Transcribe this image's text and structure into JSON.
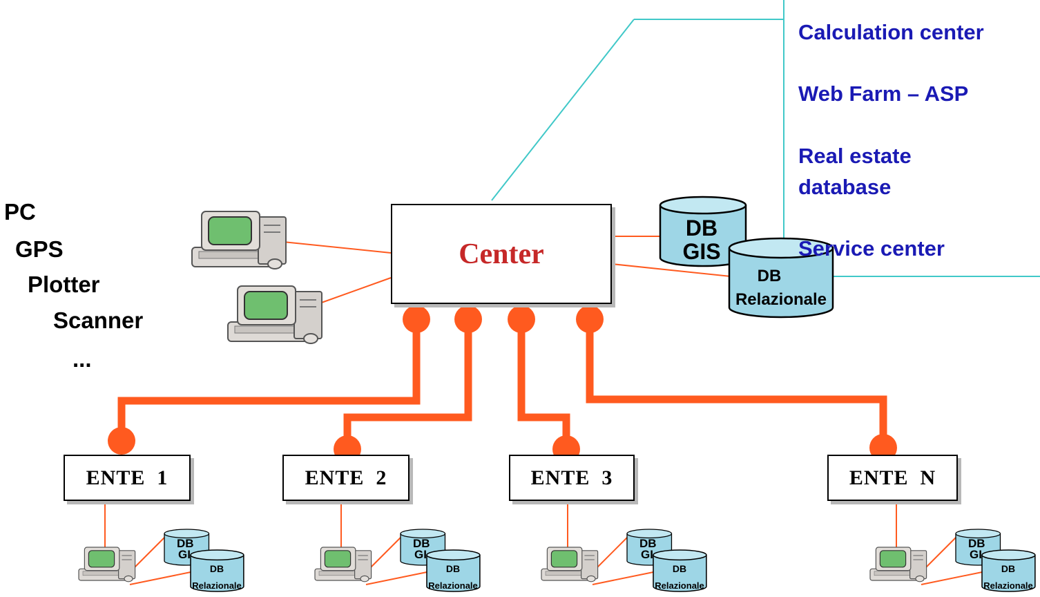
{
  "center": {
    "label": "Center"
  },
  "devices": [
    "PC",
    "GPS",
    "Plotter",
    "Scanner",
    "..."
  ],
  "callout": {
    "items": [
      "Calculation center",
      "Web Farm – ASP",
      "Real estate database",
      "Service center"
    ]
  },
  "databases": {
    "gis_label_1": "DB",
    "gis_label_2": "GIS",
    "rel_label_1": "DB",
    "rel_label_2": "Relazionale"
  },
  "entities": [
    {
      "label": "ENTE  1"
    },
    {
      "label": "ENTE  2"
    },
    {
      "label": "ENTE  3"
    },
    {
      "label": "ENTE  N"
    }
  ],
  "colors": {
    "link": "#ff5a1f",
    "callout": "#40c8c8",
    "text_blue": "#1a1ab4",
    "center_text": "#c62828",
    "db_fill": "#9ed6e6",
    "screen": "#6fbf6f"
  }
}
